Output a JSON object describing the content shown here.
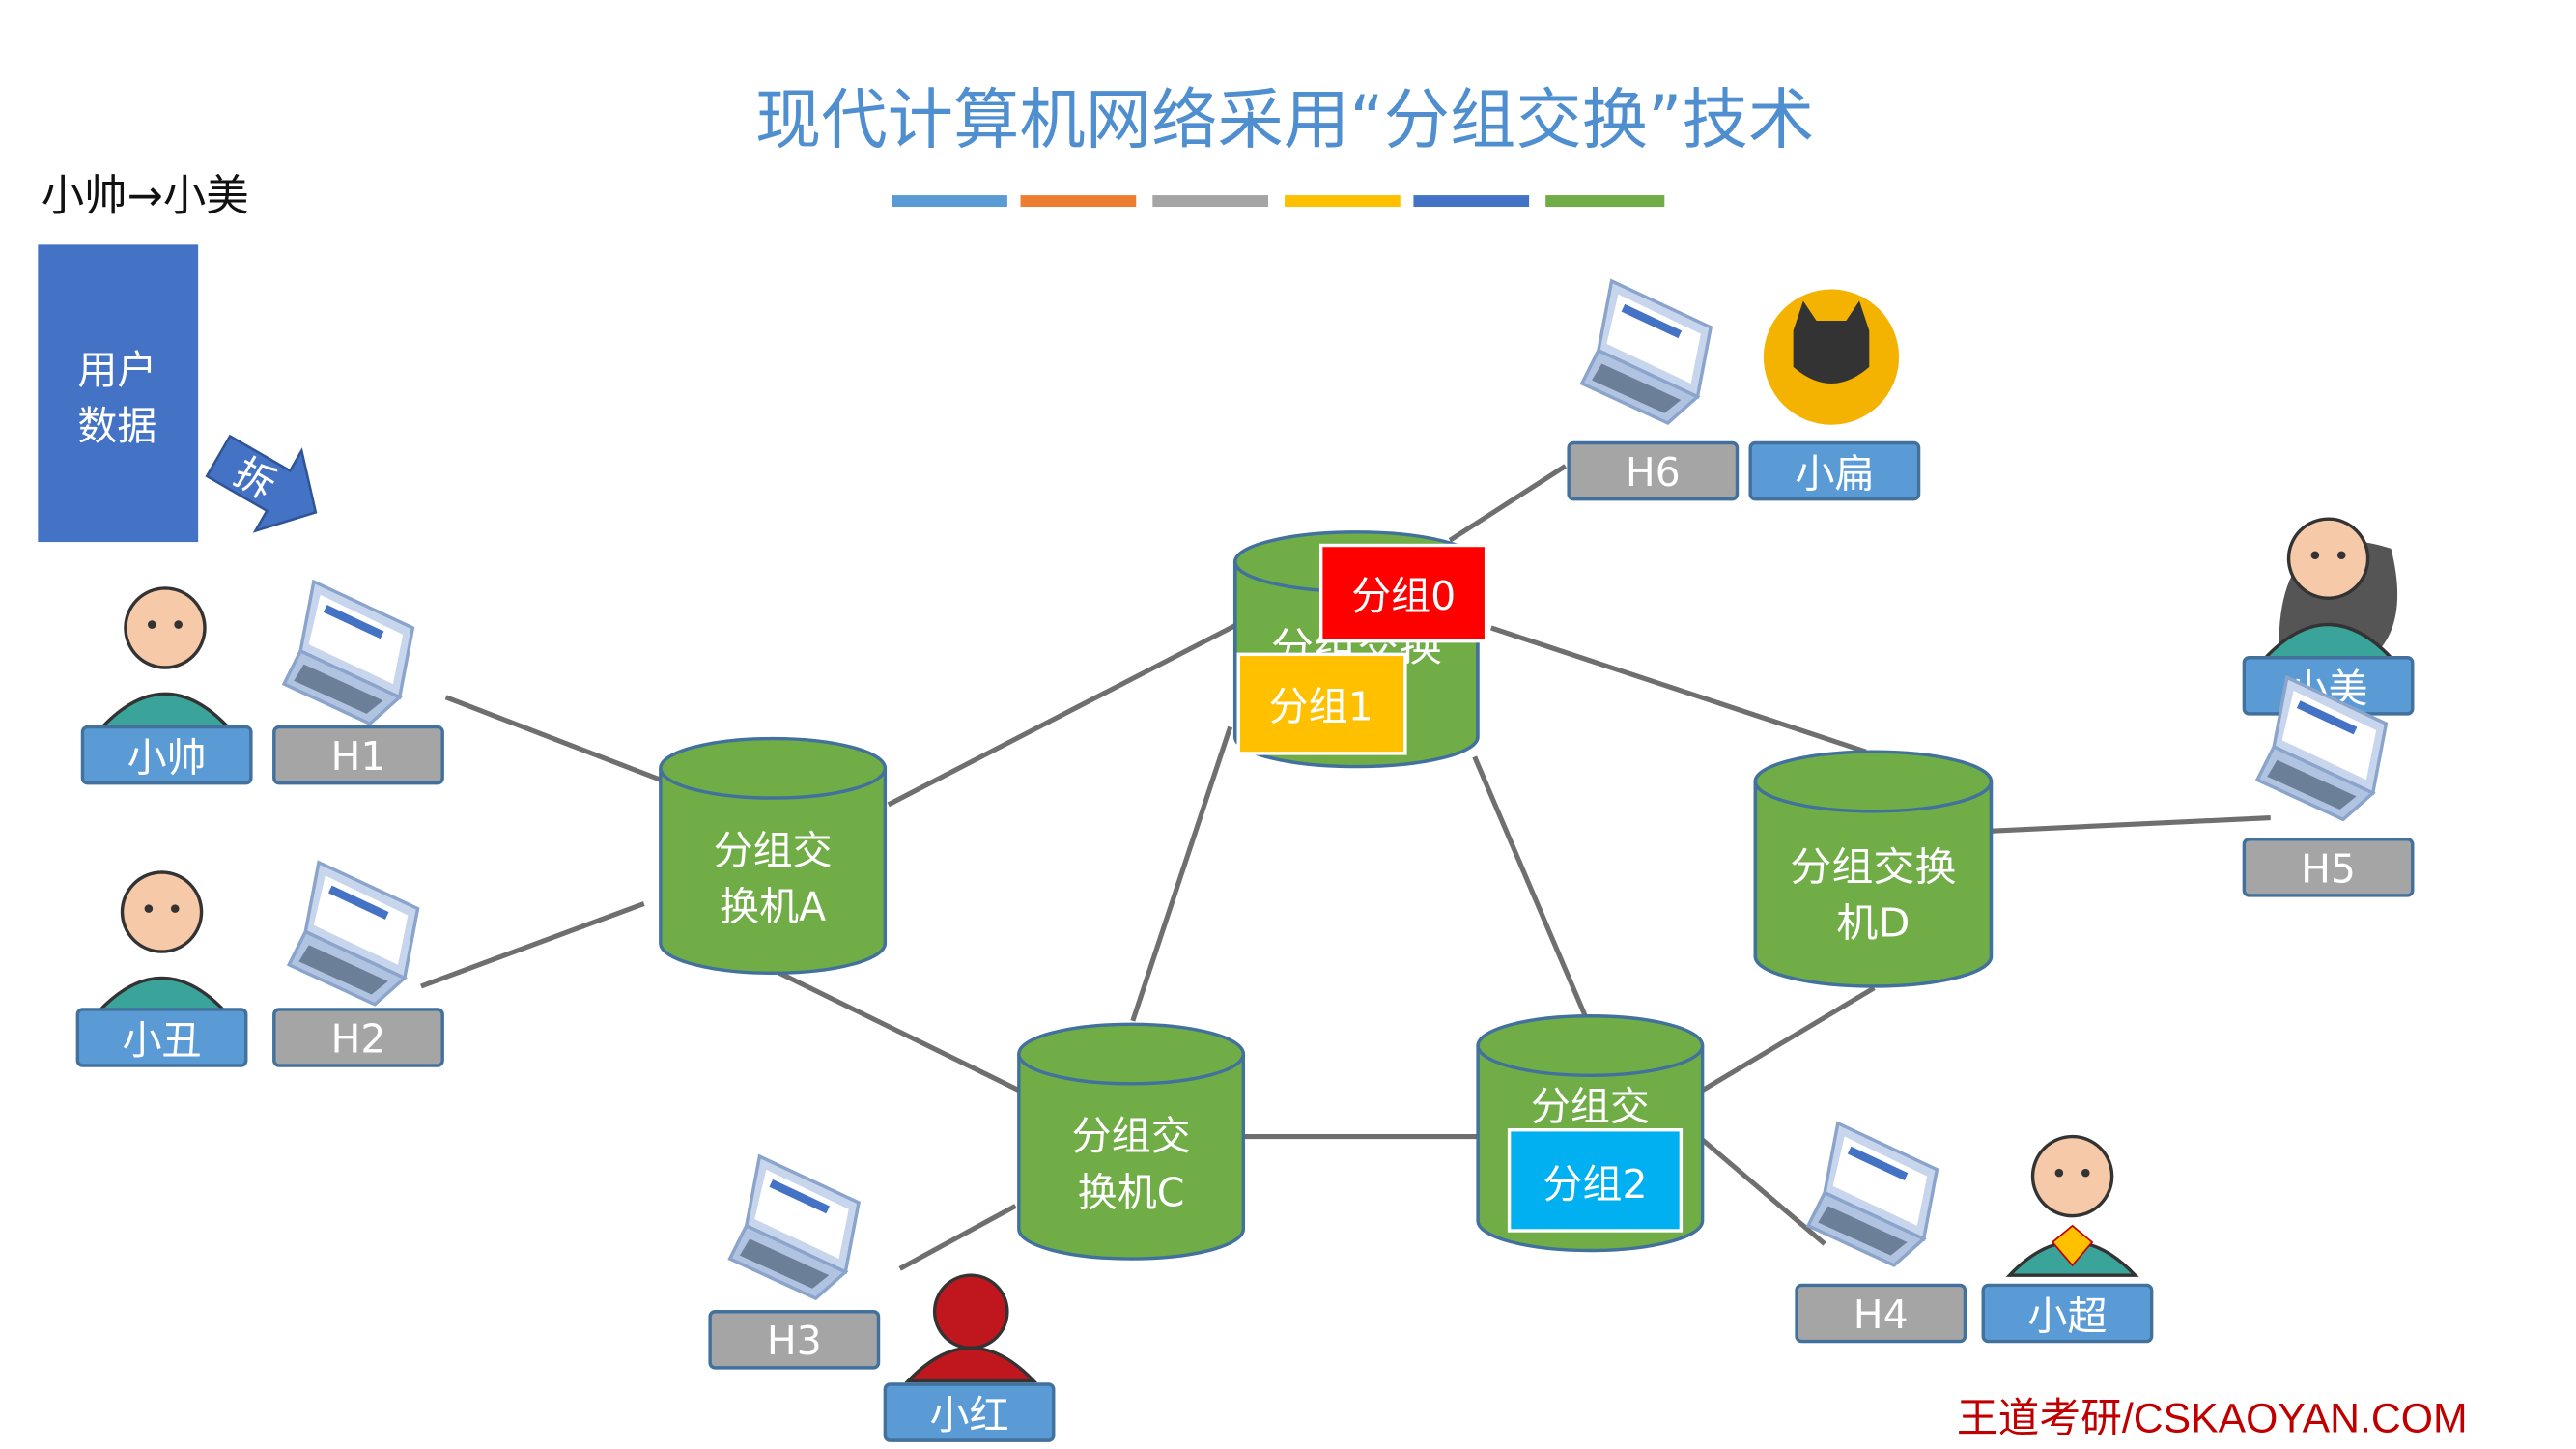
{
  "title": "现代计算机网络采用“分组交换”技术",
  "subtitle": "小帅→小美",
  "user_data": {
    "line1": "用户",
    "line2": "数据"
  },
  "split_label": "拆",
  "colors": {
    "title": "#4f8fcf",
    "switch": "#70ad47",
    "switch_border": "#41719c",
    "host_label": "#a5a5a5",
    "person_label": "#5b9bd5",
    "line": "#6f6f6f",
    "packet0": "#ff0000",
    "packet1": "#ffc000",
    "packet2": "#00b0f0",
    "footer": "#c00000",
    "bars": [
      "#5b9bd5",
      "#ed7d31",
      "#a5a5a5",
      "#ffc000",
      "#4472c4",
      "#70ad47"
    ]
  },
  "switches": {
    "a": {
      "line1": "分组交",
      "line2": "换机A"
    },
    "b": {
      "line1": "分组交换"
    },
    "c": {
      "line1": "分组交",
      "line2": "换机C"
    },
    "d": {
      "line1": "分组交换",
      "line2": "机D"
    },
    "e": {
      "line1": "分组交"
    }
  },
  "hosts": {
    "h1": "H1",
    "h2": "H2",
    "h3": "H3",
    "h4": "H4",
    "h5": "H5",
    "h6": "H6"
  },
  "people": {
    "xiaoshuai": "小帅",
    "xiaochou": "小丑",
    "xiaohong": "小红",
    "xiaochao": "小超",
    "xiaomei": "小美",
    "xiaobian": "小扁"
  },
  "packets": {
    "p0": "分组0",
    "p1": "分组1",
    "p2": "分组2"
  },
  "footer": "王道考研/CSKAOYAN.COM"
}
